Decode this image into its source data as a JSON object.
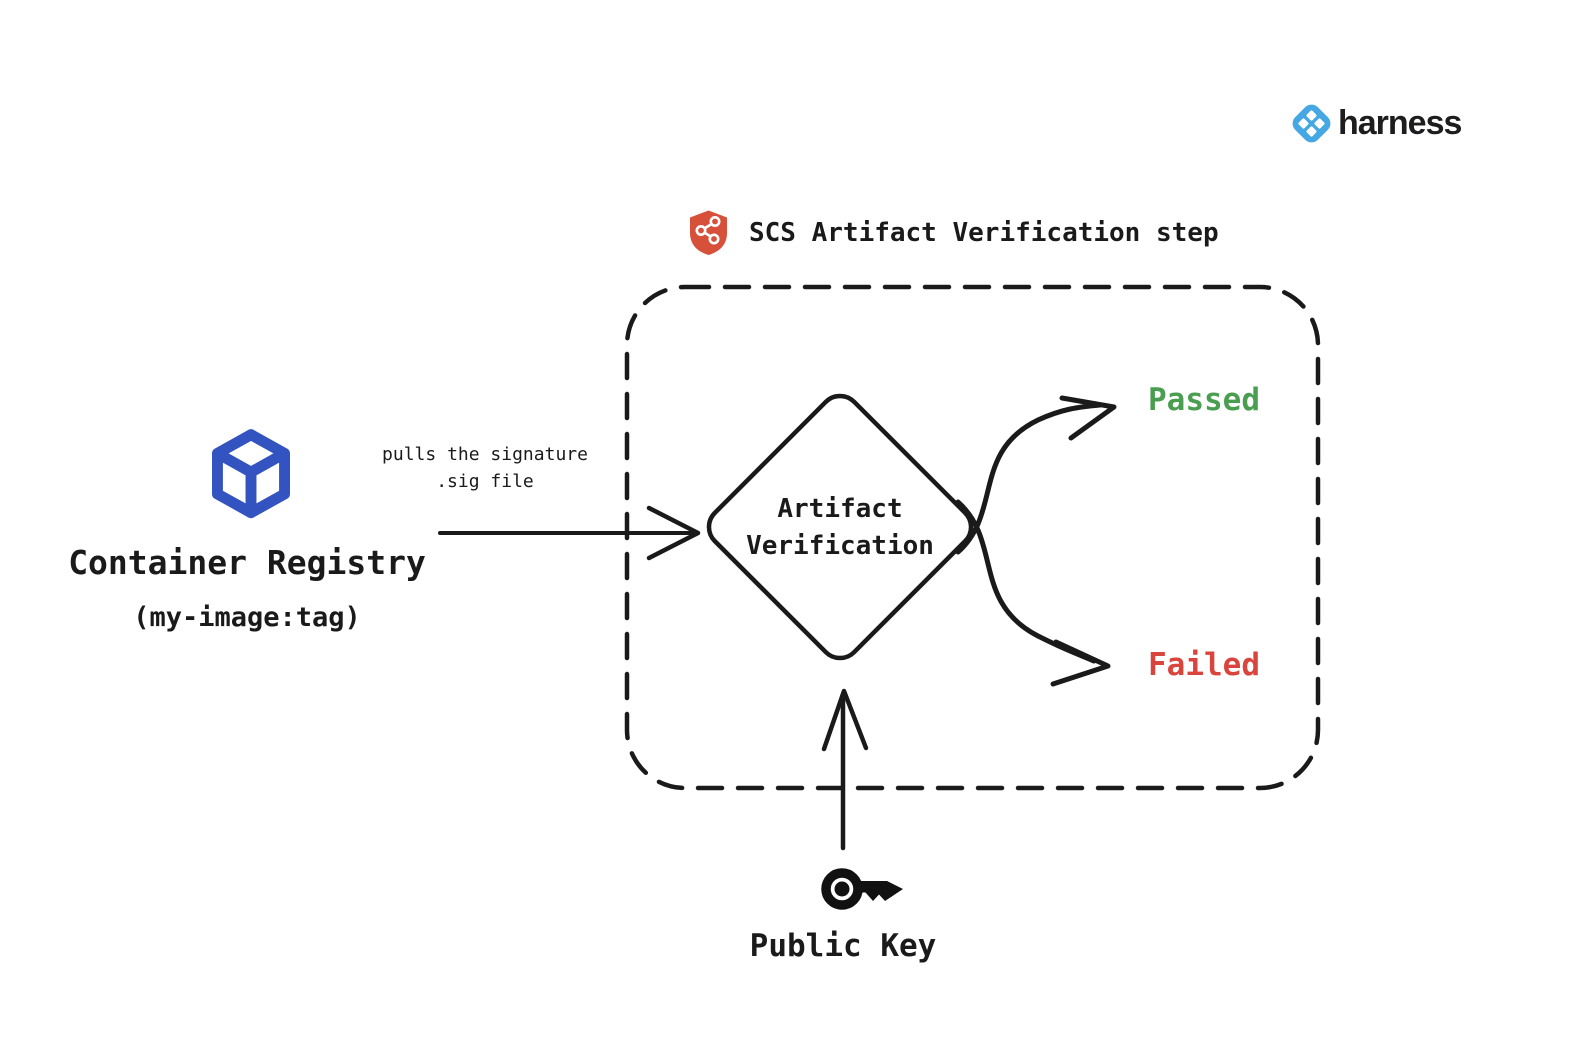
{
  "logo": {
    "text": "harness",
    "icon": "harness-diamond-icon",
    "icon_color": "#45a7e3",
    "text_color": "#1d1d1f"
  },
  "step": {
    "title": "SCS Artifact Verification step",
    "icon": "shield-graph-icon",
    "shield_color": "#d6503a"
  },
  "container_registry": {
    "label": "Container Registry",
    "sublabel": "(my-image:tag)",
    "icon": "cube-icon",
    "icon_color": "#3353c1"
  },
  "pull_arrow": {
    "label_line1": "pulls the signature",
    "label_line2": ".sig file"
  },
  "decision": {
    "line1": "Artifact",
    "line2": "Verification",
    "shape": "diamond",
    "stroke_color": "#1a1a1a"
  },
  "outcomes": {
    "passed": {
      "label": "Passed",
      "color": "#4a9e50"
    },
    "failed": {
      "label": "Failed",
      "color": "#d9453c"
    }
  },
  "public_key": {
    "label": "Public Key",
    "icon": "key-icon"
  },
  "box": {
    "style": "dashed-rounded-rect",
    "stroke_color": "#1a1a1a"
  }
}
